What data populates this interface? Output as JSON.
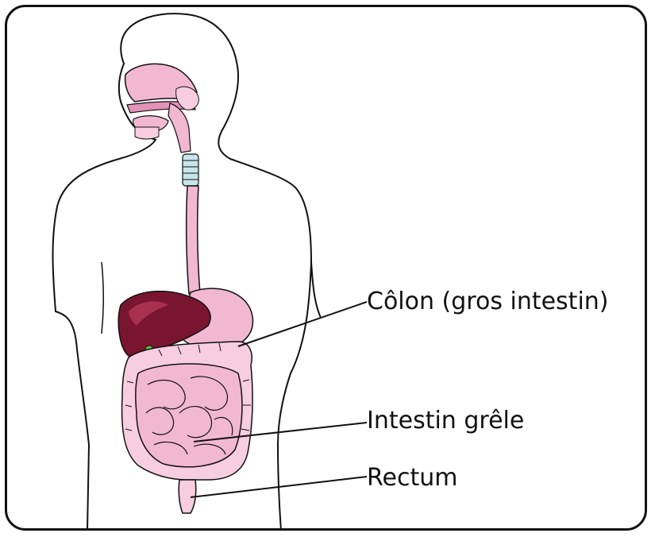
{
  "labels": {
    "colon": "Côlon (gros intestin)",
    "small_intestine": "Intestin grêle",
    "rectum": "Rectum"
  },
  "colors": {
    "outline": "#111111",
    "organ_pink": "#f2b8d2",
    "organ_pink_light": "#f7cde0",
    "organ_pink_dark": "#e392b8",
    "liver": "#7a1530",
    "liver_highlight": "#a8314f",
    "trachea_rings": "#c8e6ea",
    "gallbladder": "#6cbf4a"
  },
  "icons": {
    "figure": "human-silhouette-icon"
  }
}
